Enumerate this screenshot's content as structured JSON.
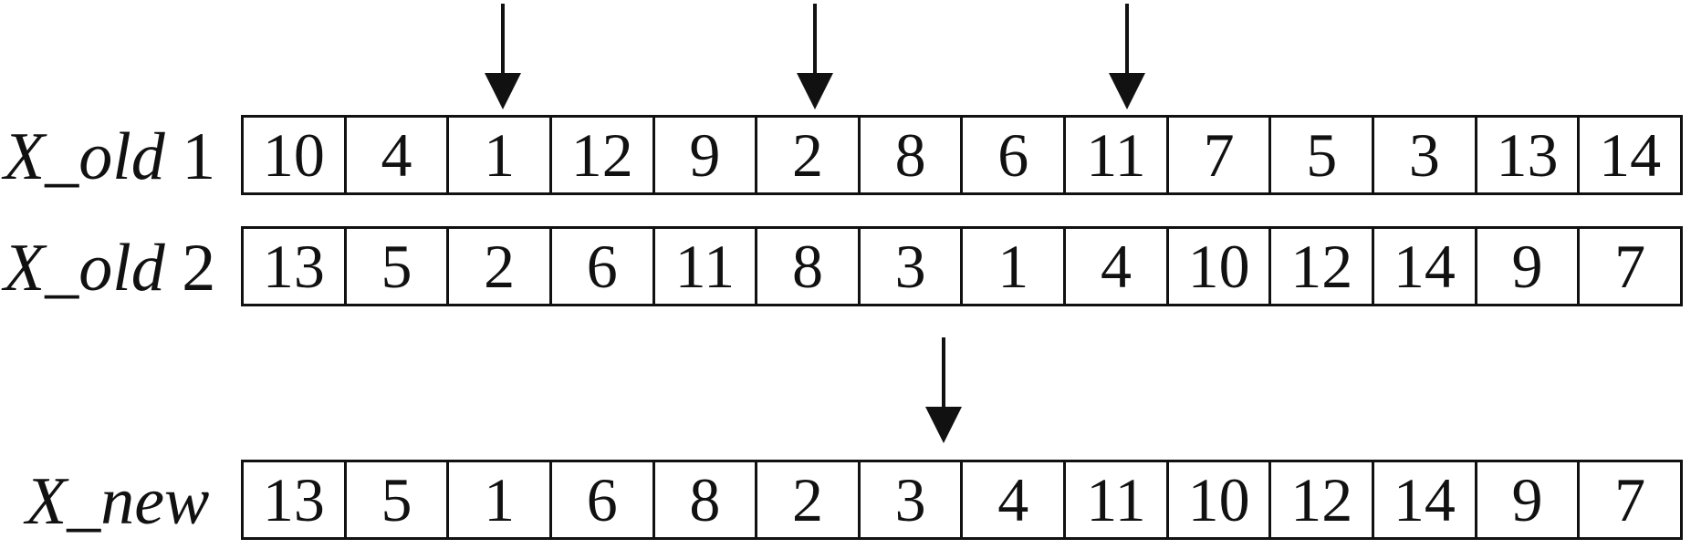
{
  "rows": {
    "old1": {
      "label_var": "X_old",
      "label_index": "1",
      "cells": [
        "10",
        "4",
        "1",
        "12",
        "9",
        "2",
        "8",
        "6",
        "11",
        "7",
        "5",
        "3",
        "13",
        "14"
      ]
    },
    "old2": {
      "label_var": "X_old",
      "label_index": "2",
      "cells": [
        "13",
        "5",
        "2",
        "6",
        "11",
        "8",
        "3",
        "1",
        "4",
        "10",
        "12",
        "14",
        "9",
        "7"
      ]
    },
    "new": {
      "label_var": "X_new",
      "cells": [
        "13",
        "5",
        "1",
        "6",
        "8",
        "2",
        "3",
        "4",
        "11",
        "10",
        "12",
        "14",
        "9",
        "7"
      ]
    }
  },
  "selected_positions_in_old1": [
    3,
    6,
    9
  ],
  "colors": {
    "ink": "#111111",
    "background": "#ffffff"
  }
}
